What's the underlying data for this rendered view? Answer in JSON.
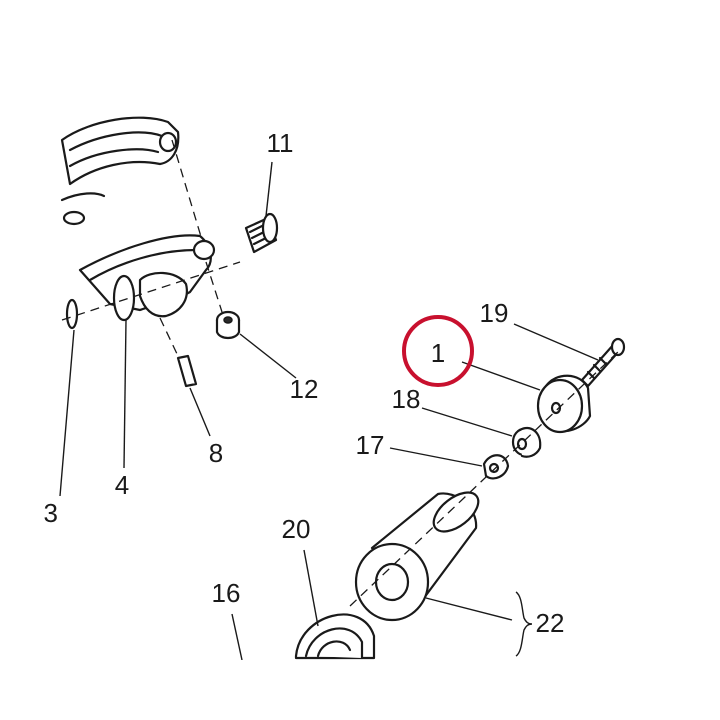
{
  "callouts": {
    "p11": "11",
    "p12": "12",
    "p8": "8",
    "p4": "4",
    "p3": "3",
    "p19": "19",
    "p1": "1",
    "p18": "18",
    "p17": "17",
    "p20": "20",
    "p16": "16",
    "p22": "22"
  },
  "highlight": {
    "part": "1",
    "color": "#c8102e"
  }
}
